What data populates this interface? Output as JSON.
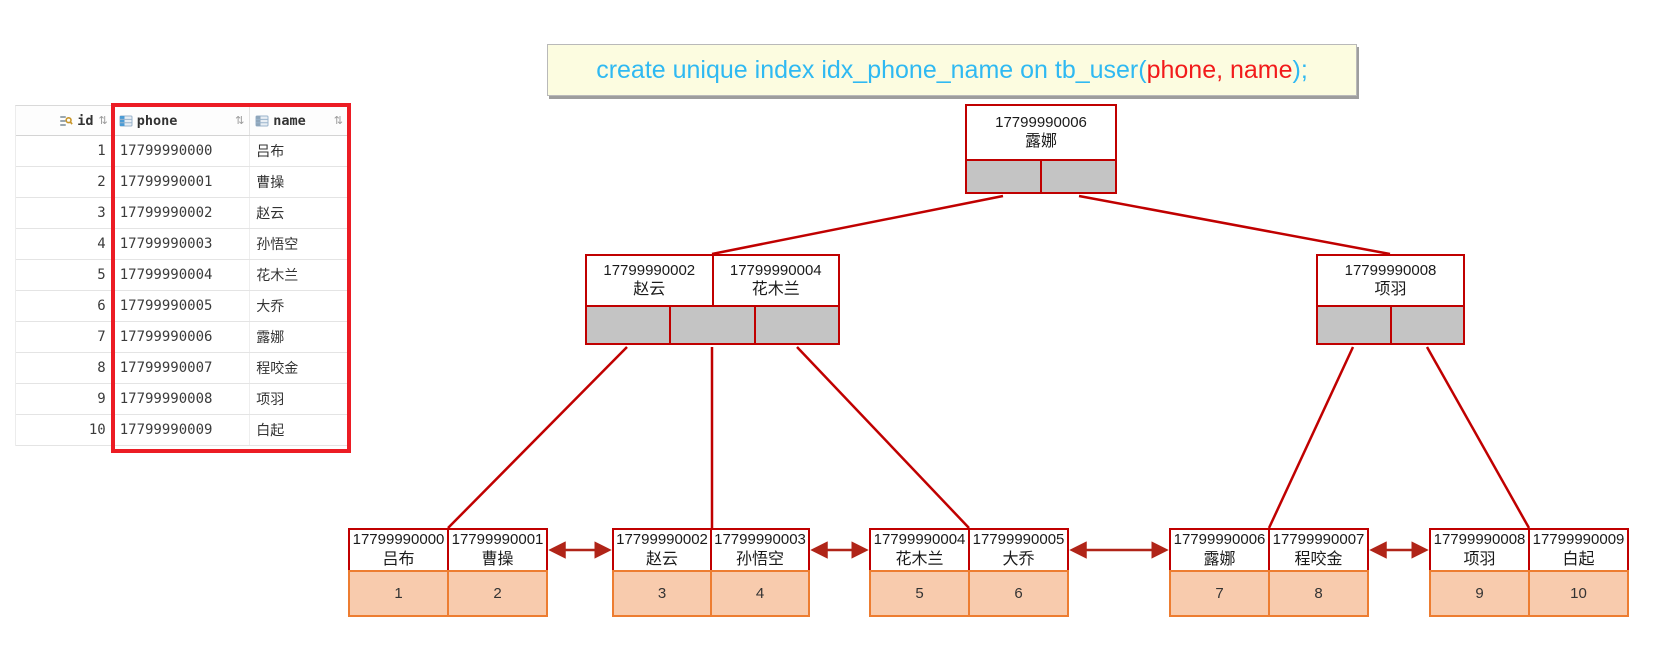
{
  "sql": {
    "prefix": "create unique index idx_phone_name on tb_user(",
    "highlight": "phone, name",
    "suffix": ");"
  },
  "table": {
    "sort_glyph": "⇅",
    "columns": [
      {
        "name": "id"
      },
      {
        "name": "phone"
      },
      {
        "name": "name"
      }
    ],
    "rows": [
      {
        "id": "1",
        "phone": "17799990000",
        "name": "吕布"
      },
      {
        "id": "2",
        "phone": "17799990001",
        "name": "曹操"
      },
      {
        "id": "3",
        "phone": "17799990002",
        "name": "赵云"
      },
      {
        "id": "4",
        "phone": "17799990003",
        "name": "孙悟空"
      },
      {
        "id": "5",
        "phone": "17799990004",
        "name": "花木兰"
      },
      {
        "id": "6",
        "phone": "17799990005",
        "name": "大乔"
      },
      {
        "id": "7",
        "phone": "17799990006",
        "name": "露娜"
      },
      {
        "id": "8",
        "phone": "17799990007",
        "name": "程咬金"
      },
      {
        "id": "9",
        "phone": "17799990008",
        "name": "项羽"
      },
      {
        "id": "10",
        "phone": "17799990009",
        "name": "白起"
      }
    ]
  },
  "tree": {
    "root": {
      "keys": [
        {
          "phone": "17799990006",
          "name": "露娜"
        }
      ],
      "pointer_slots": 2
    },
    "internal_nodes": [
      {
        "keys": [
          {
            "phone": "17799990002",
            "name": "赵云"
          },
          {
            "phone": "17799990004",
            "name": "花木兰"
          }
        ],
        "pointer_slots": 3
      },
      {
        "keys": [
          {
            "phone": "17799990008",
            "name": "项羽"
          }
        ],
        "pointer_slots": 2
      }
    ],
    "leaf_nodes": [
      {
        "keys": [
          {
            "phone": "17799990000",
            "name": "吕布"
          },
          {
            "phone": "17799990001",
            "name": "曹操"
          }
        ],
        "row_ids": [
          "1",
          "2"
        ]
      },
      {
        "keys": [
          {
            "phone": "17799990002",
            "name": "赵云"
          },
          {
            "phone": "17799990003",
            "name": "孙悟空"
          }
        ],
        "row_ids": [
          "3",
          "4"
        ]
      },
      {
        "keys": [
          {
            "phone": "17799990004",
            "name": "花木兰"
          },
          {
            "phone": "17799990005",
            "name": "大乔"
          }
        ],
        "row_ids": [
          "5",
          "6"
        ]
      },
      {
        "keys": [
          {
            "phone": "17799990006",
            "name": "露娜"
          },
          {
            "phone": "17799990007",
            "name": "程咬金"
          }
        ],
        "row_ids": [
          "7",
          "8"
        ]
      },
      {
        "keys": [
          {
            "phone": "17799990008",
            "name": "项羽"
          },
          {
            "phone": "17799990009",
            "name": "白起"
          }
        ],
        "row_ids": [
          "9",
          "10"
        ]
      }
    ]
  },
  "colors": {
    "node_border": "#c00000",
    "ptr_fill": "#c4c4c4",
    "leaf_border": "#ed7d31",
    "leaf_fill": "#f8cbad",
    "line": "#c00000",
    "arrow": "#b02418",
    "hl_box": "#ec1c24",
    "sql_cyan": "#2fb9f2",
    "sql_red": "#f21b1b",
    "sql_bg": "#fcfce0"
  }
}
